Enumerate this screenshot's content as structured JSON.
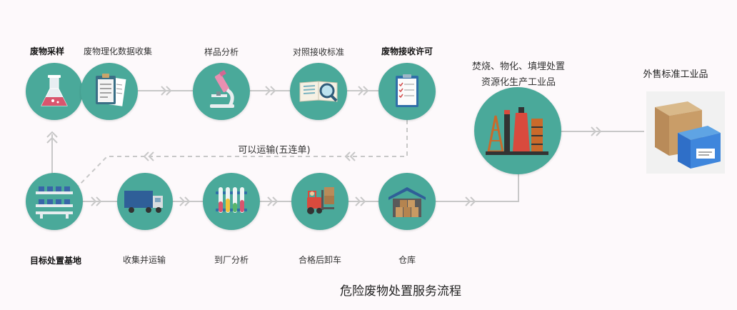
{
  "title": "危险废物处置服务流程",
  "transport_label": "可以运输(五连单)",
  "top_row": [
    {
      "label": "废物采样",
      "bold": true,
      "icon": "flask-icon"
    },
    {
      "label": "废物理化数据收集",
      "bold": false,
      "icon": "clipboard-icon"
    },
    {
      "label": "样品分析",
      "bold": false,
      "icon": "microscope-icon"
    },
    {
      "label": "对照接收标准",
      "bold": false,
      "icon": "book-magnifier-icon"
    },
    {
      "label": "废物接收许可",
      "bold": true,
      "icon": "permit-icon"
    }
  ],
  "bottom_row": [
    {
      "label": "目标处置基地",
      "bold": true,
      "icon": "conveyor-icon"
    },
    {
      "label": "收集并运输",
      "bold": false,
      "icon": "truck-icon"
    },
    {
      "label": "到厂分析",
      "bold": false,
      "icon": "test-tubes-icon"
    },
    {
      "label": "合格后卸车",
      "bold": false,
      "icon": "forklift-icon"
    },
    {
      "label": "仓库",
      "bold": false,
      "icon": "warehouse-icon"
    }
  ],
  "processing": {
    "line1": "焚烧、物化、填埋处置",
    "line2": "资源化生产工业品",
    "icon": "factory-icon"
  },
  "final": {
    "label": "外售标准工业品",
    "icon": "product-boxes-icon"
  },
  "colors": {
    "node": "#4aa99a",
    "line": "#c8c8c8",
    "background": "#fdf9fb"
  }
}
